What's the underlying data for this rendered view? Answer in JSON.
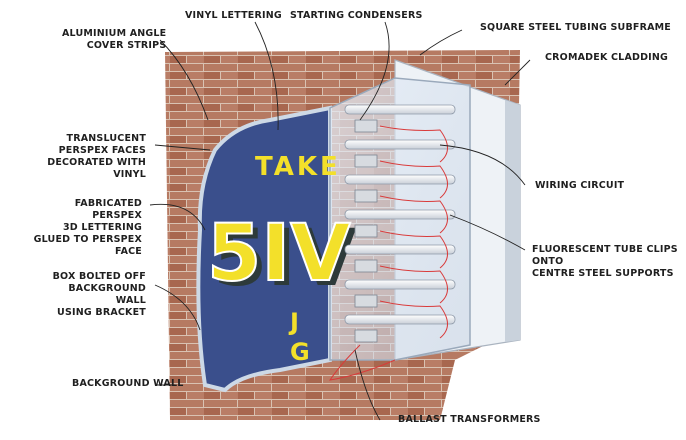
{
  "labels": {
    "aluminium_angle": "ALUMINIUM ANGLE\nCOVER STRIPS",
    "vinyl_lettering": "VINYL LETTERING",
    "starting_condensers": "STARTING CONDENSERS",
    "square_steel": "SQUARE STEEL TUBING SUBFRAME",
    "cromadek": "CROMADEK CLADDING",
    "perspex_faces": "TRANSLUCENT PERSPEX FACES\nDECORATED WITH VINYL",
    "fabricated_perspex": "FABRICATED PERSPEX\n3D LETTERING\nGLUED TO PERSPEX FACE",
    "wiring_circuit": "WIRING CIRCUIT",
    "fluorescent": "FLUORESCENT TUBE CLIPS ONTO\nCENTRE STEEL SUPPORTS",
    "box_bolted": "BOX BOLTED OFF\nBACKGROUND WALL\nUSING BRACKET",
    "background_wall": "BACKGROUND WALL",
    "ballast": "BALLAST TRANSFORMERS"
  },
  "sign_text": {
    "take": "TAKE",
    "big": "5IV",
    "line3": "J",
    "line4": "G"
  },
  "colors": {
    "brick": "#b0705a",
    "mortar": "#d9c2b2",
    "panel": "#3a4f8c",
    "panel_border": "#cdd9e6",
    "lettering": "#f3e02a",
    "wiring": "#d93a3a",
    "cladding": "#eef2f6"
  }
}
